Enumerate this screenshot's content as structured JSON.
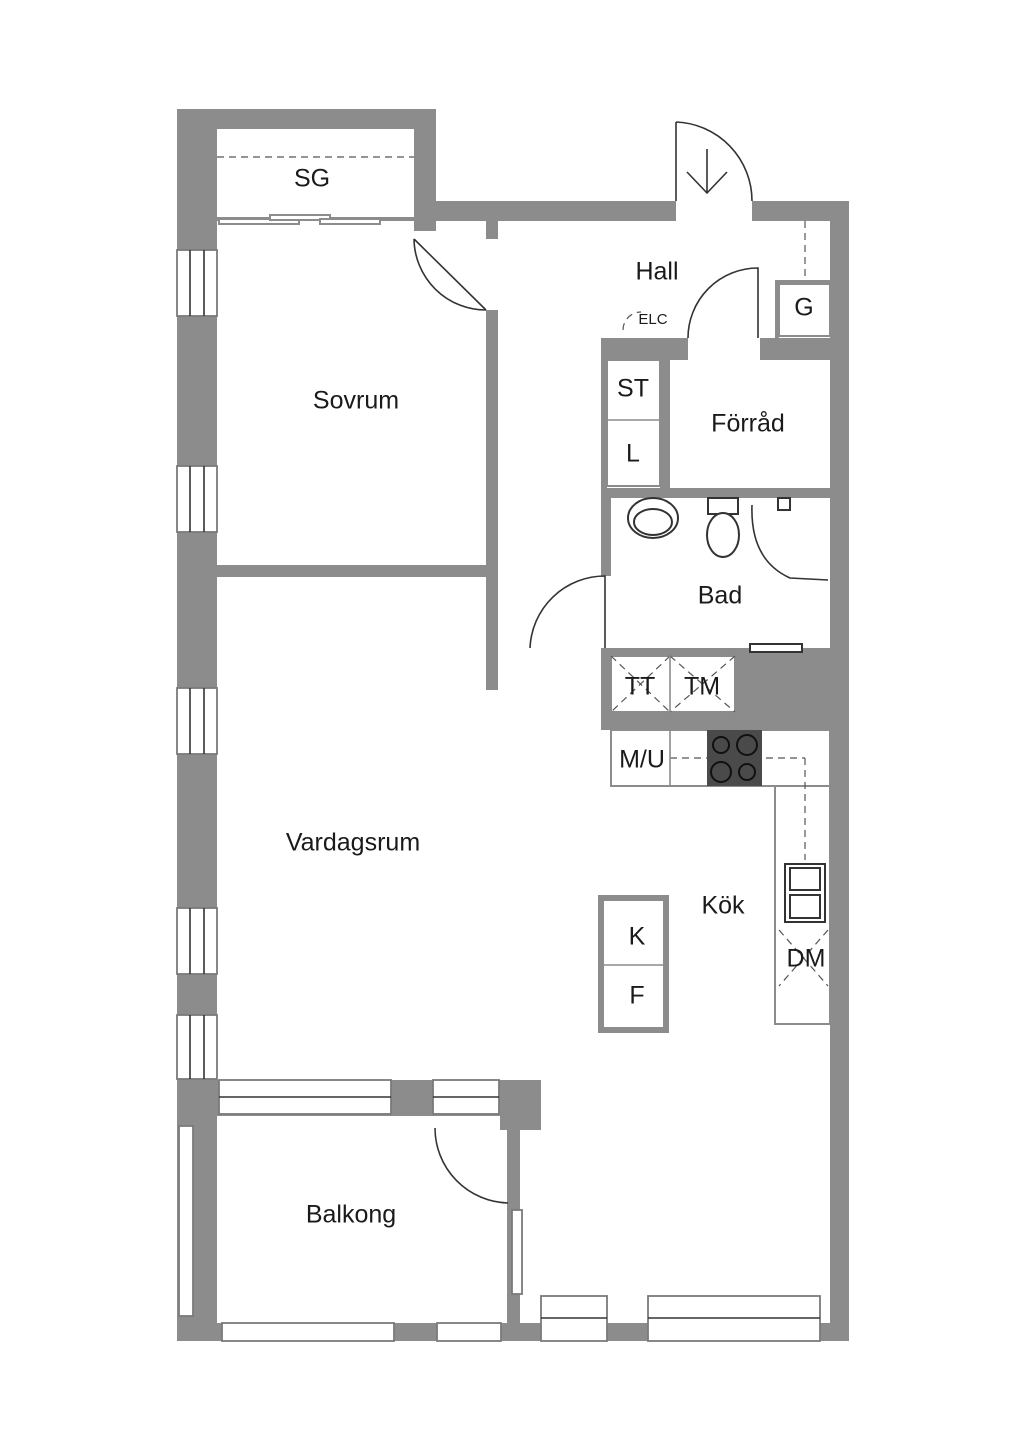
{
  "rooms": {
    "sg": "SG",
    "hall": "Hall",
    "elc": "ELC",
    "g": "G",
    "sovrum": "Sovrum",
    "st": "ST",
    "l": "L",
    "forrad": "Förråd",
    "bad": "Bad",
    "tt": "TT",
    "tm": "TM",
    "mu": "M/U",
    "vardagsrum": "Vardagsrum",
    "kok": "Kök",
    "k": "K",
    "f": "F",
    "dm": "DM",
    "balkong": "Balkong"
  }
}
